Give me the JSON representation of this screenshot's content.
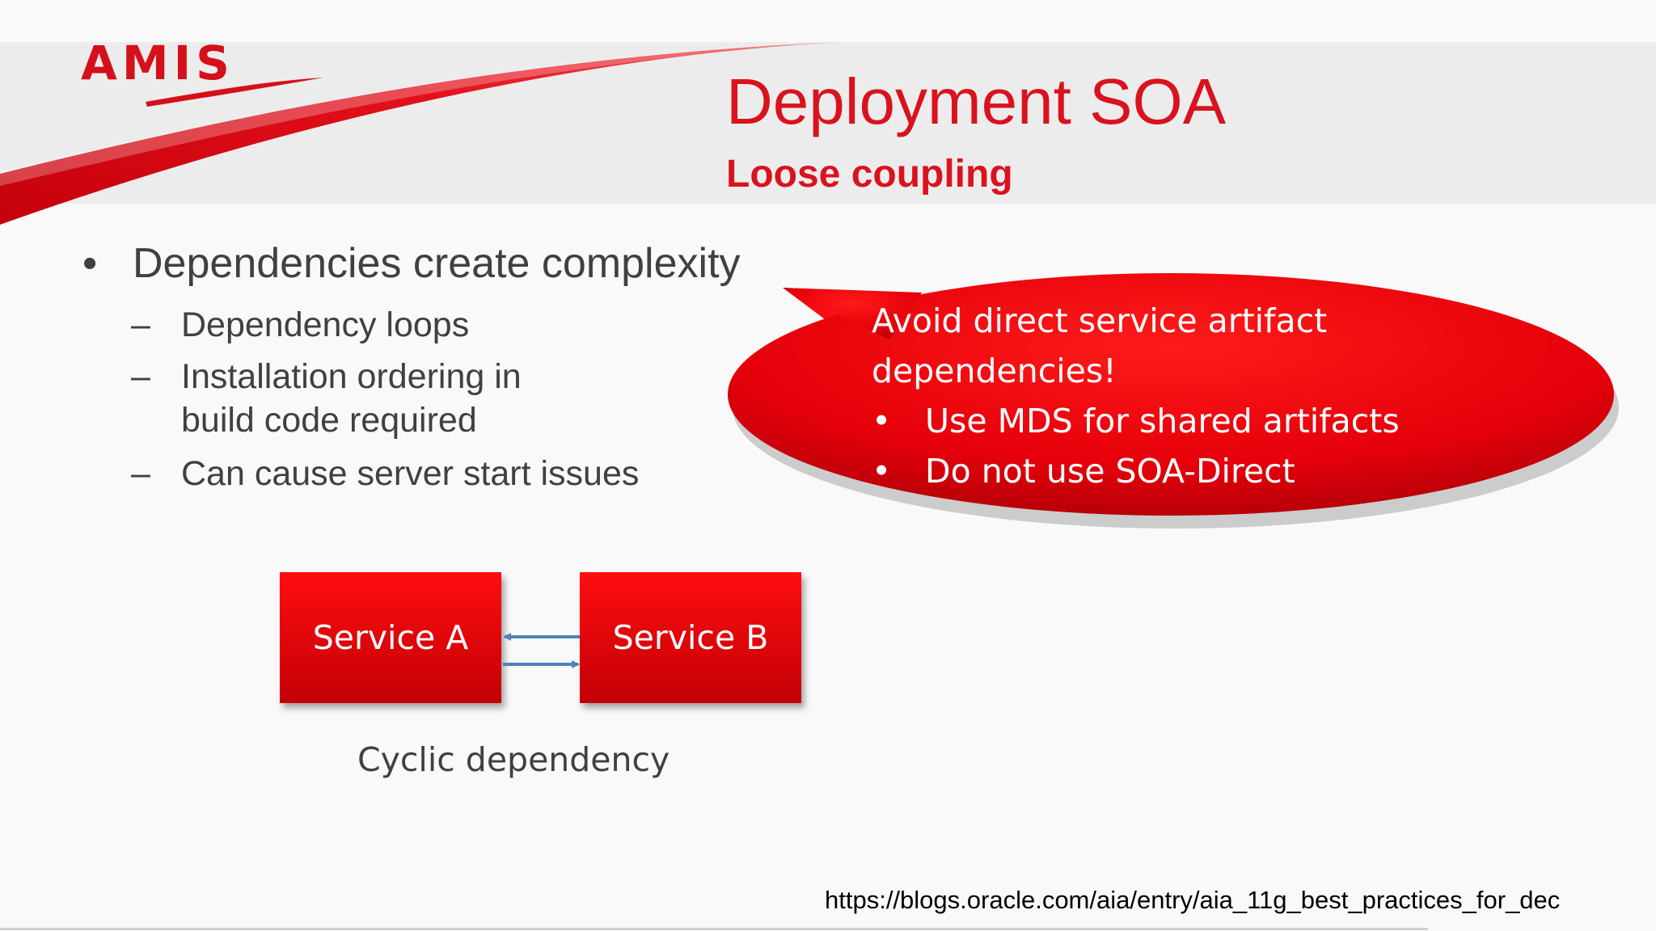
{
  "logo": {
    "text": "AMIS"
  },
  "title": "Deployment SOA",
  "subtitle": "Loose coupling",
  "bullets": {
    "main": "Dependencies create complexity",
    "subs": [
      "Dependency loops",
      "Installation ordering in",
      "build code required",
      "Can cause server start issues"
    ],
    "dot": "•",
    "dash": "–"
  },
  "callout": {
    "lines": [
      "Avoid direct service artifact",
      "dependencies!"
    ],
    "bullets": [
      "Use MDS for shared artifacts",
      "Do not use SOA-Direct"
    ],
    "dot": "•"
  },
  "diagram": {
    "service_a": "Service A",
    "service_b": "Service B",
    "caption": "Cyclic dependency"
  },
  "source_url": "https://blogs.oracle.com/aia/entry/aia_11g_best_practices_for_dec",
  "colors": {
    "accent_red": "#d9131e",
    "arrow_blue": "#4f81bd",
    "text_gray": "#404040"
  }
}
